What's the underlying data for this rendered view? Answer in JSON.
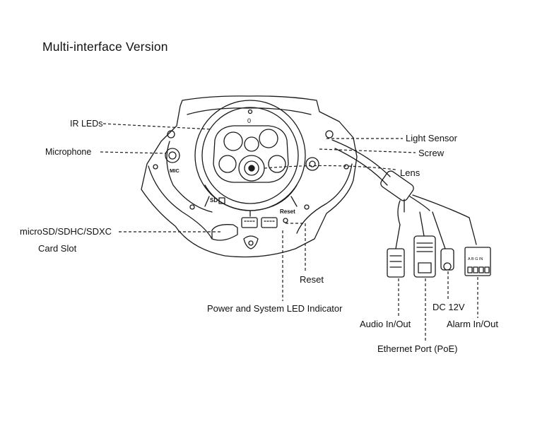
{
  "title": "Multi-interface Version",
  "labels": {
    "ir_leds": "IR LEDs",
    "microphone": "Microphone",
    "microsd_line1": "microSD/SDHC/SDXC",
    "microsd_line2": "Card Slot",
    "light_sensor": "Light Sensor",
    "screw": "Screw",
    "lens": "Lens",
    "reset": "Reset",
    "power_led": "Power and System LED Indicator",
    "audio": "Audio In/Out",
    "ethernet": "Ethernet Port (PoE)",
    "dc": "DC 12V",
    "alarm": "Alarm In/Out"
  },
  "device_markings": {
    "mic": "MIC",
    "sd": "SD",
    "reset": "Reset",
    "zero": "0",
    "alarm_pins": "A B G IN"
  }
}
